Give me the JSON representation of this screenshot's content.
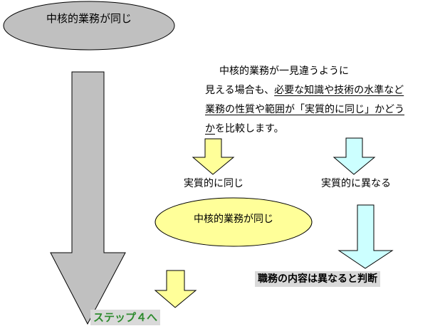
{
  "top_ellipse": {
    "label": "中核的業務が同じ"
  },
  "note": {
    "line1": "中核的業務が一見違うように",
    "line2_plain": "見える場合も、",
    "line2_underlined": "必要な知識や技術の水準など",
    "line3_underlined": "業務の性質や範囲が「実質的に同じ」かどう",
    "line4_underlined": "か",
    "line4_plain": "を比較します。"
  },
  "branches": {
    "same_label": "実質的に同じ",
    "different_label": "実質的に異なる"
  },
  "mid_ellipse": {
    "label": "中核的業務が同じ"
  },
  "judgement_box": {
    "label": "職務の内容は異なると判断"
  },
  "step_box": {
    "label": "ステップ４へ"
  },
  "colors": {
    "gray_fill": "#c0c0c0",
    "yellow_fill": "#ffff99",
    "cyan_fill": "#ccffff",
    "step_text": "#2e8b2e",
    "box_bg": "#d9d9d9"
  }
}
